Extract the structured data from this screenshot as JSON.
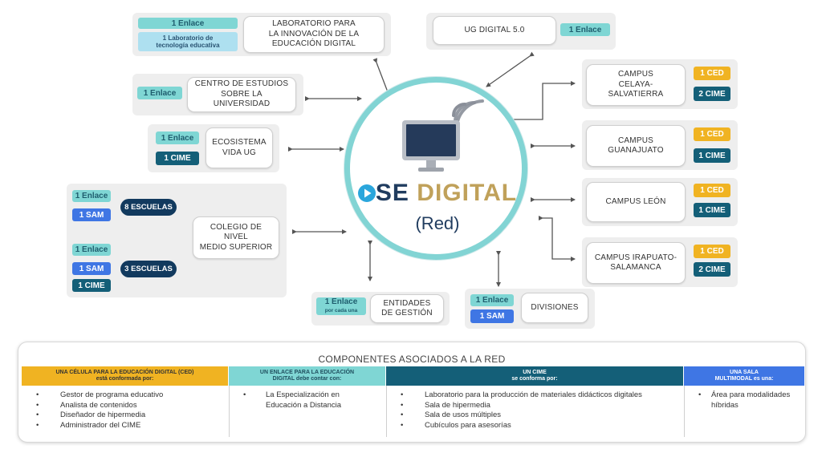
{
  "nodes": {
    "lab": {
      "label": "LABORATORIO PARA\nLA INNOVACIÓN DE LA\nEDUCACIÓN DIGITAL",
      "tag1": "1 Enlace",
      "tag2": "1 Laboratorio de\ntecnología educativa"
    },
    "ug": {
      "label": "UG DIGITAL 5.0",
      "tag1": "1 Enlace"
    },
    "ceu": {
      "label": "CENTRO DE ESTUDIOS\nSOBRE LA\nUNIVERSIDAD",
      "tag1": "1 Enlace"
    },
    "eco": {
      "label": "ECOSISTEMA\nVIDA UG",
      "tag1": "1 Enlace",
      "tag2": "1 CIME"
    },
    "colegio": {
      "label": "COLEGIO DE NIVEL\nMEDIO SUPERIOR",
      "esc1": "8 ESCUELAS",
      "esc2": "3 ESCUELAS",
      "g1": [
        "1 Enlace",
        "1 SAM"
      ],
      "g2": [
        "1 Enlace",
        "1 SAM",
        "1 CIME"
      ]
    },
    "entidades": {
      "label": "ENTIDADES\nDE GESTIÓN",
      "tag1": "1 Enlace",
      "tag1_sub": "por cada una"
    },
    "divisiones": {
      "label": "DIVISIONES",
      "tag1": "1 Enlace",
      "tag2": "1 SAM"
    },
    "celaya": {
      "label": "CAMPUS\nCELAYA-SALVATIERRA",
      "tag1": "1 CED",
      "tag2": "2 CIME"
    },
    "gto": {
      "label": "CAMPUS\nGUANAJUATO",
      "tag1": "1 CED",
      "tag2": "1 CIME"
    },
    "leon": {
      "label": "CAMPUS LEÓN",
      "tag1": "1 CED",
      "tag2": "1 CIME"
    },
    "irapuato": {
      "label": "CAMPUS IRAPUATO-\nSALAMANCA",
      "tag1": "1 CED",
      "tag2": "2 CIME"
    }
  },
  "center": {
    "brand_se": "SE",
    "brand_digital": "DIGITAL",
    "subtitle": "(Red)",
    "monitor_icon": "monitor-wifi-icon",
    "play_icon": "play-icon"
  },
  "components": {
    "title": "COMPONENTES ASOCIADOS A LA RED",
    "ced": {
      "head1": "UNA CÉLULA PARA LA EDUCACIÓN DIGITAL (CED)",
      "head2": "está conformada por:",
      "items": [
        "Gestor de programa educativo",
        "Analista de contenidos",
        "Diseñador de hipermedia",
        "Administrador del CIME"
      ]
    },
    "enlace": {
      "head1": "UN ENLACE PARA LA EDUCACIÓN",
      "head2": "DIGITAL debe contar con:",
      "items": [
        "La Especialización en\nEducación a Distancia"
      ]
    },
    "cime": {
      "head1": "UN CIME",
      "head2": "se conforma por:",
      "items": [
        "Laboratorio para la producción de materiales didácticos digitales",
        "Sala de hipermedia",
        "Sala de usos múltiples",
        "Cubículos para asesorías"
      ]
    },
    "sala": {
      "head1": "UNA SALA",
      "head2": "MULTIMODAL es una:",
      "items": [
        "Área para modalidades\nhíbridas"
      ]
    }
  },
  "colors": {
    "enlace": "#7fd6d4",
    "cime": "#145f78",
    "sam": "#3f76e4",
    "ced": "#f0b322",
    "escuelas": "#123a5e",
    "ring": "#82d4d4"
  }
}
